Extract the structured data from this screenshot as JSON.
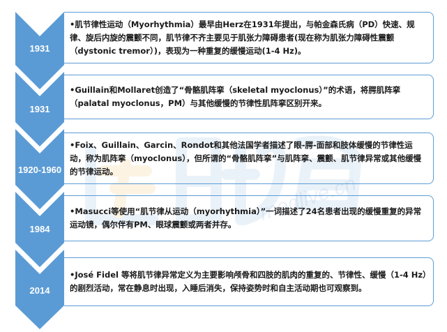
{
  "colors": {
    "chevron_fill": "#5b9bd5",
    "box_border": "#5b9bd5",
    "text": "#1a1a1a",
    "year_text": "#ffffff",
    "watermark_blue": "#5b9bd5",
    "watermark_orange": "#f5a623"
  },
  "timeline": [
    {
      "year": "1931",
      "text": "•肌节律性运动（Myorhythmia）最早由Herz在1931年提出，与帕金森氏病（PD）快速、规律、旋后内旋的震颤不同，肌节律不齐主要见于肌张力障碍患者(现在称为肌张力障碍性震颤（dystonic tremor）)，表现为一种重复的缓慢运动(1-4 Hz)。"
    },
    {
      "year": "1931",
      "text": "•Guillain和Mollaret创造了“骨骼肌阵挛（skeletal myoclonus）”的术语，将腭肌阵挛（palatal myoclonus，PM）与其他缓慢的节律性肌阵挛区别开来。"
    },
    {
      "year": "1920-1960",
      "text": "•Foix、Guillain、Garcin、Rondot和其他法国学者描述了眼-腭-面部和肢体缓慢的节律性运动，称为肌阵挛（myoclonus），但所谓的“骨骼肌阵挛”与肌阵挛、震颤、肌节律异常或其他缓慢的节律运动。"
    },
    {
      "year": "1984",
      "text": "•Masucci等使用“肌节律从运动（myorhythmia）”一词描述了24名患者出现的缓慢重复的异常运动镜，偶尔伴有PM、眼球震颤或两者并存。"
    },
    {
      "year": "2014",
      "text": "•José Fidel 等将肌节律异常定义为主要影响颅骨和四肢的肌肉的重复的、节律性、缓慢（1-4 Hz）的剧烈活动，常在静息时出现，入睡后消失，保持姿势时和自主活动期也可观察到。"
    }
  ],
  "watermark": {
    "logo_text": "医脉通",
    "domain": "medlive.cn"
  }
}
